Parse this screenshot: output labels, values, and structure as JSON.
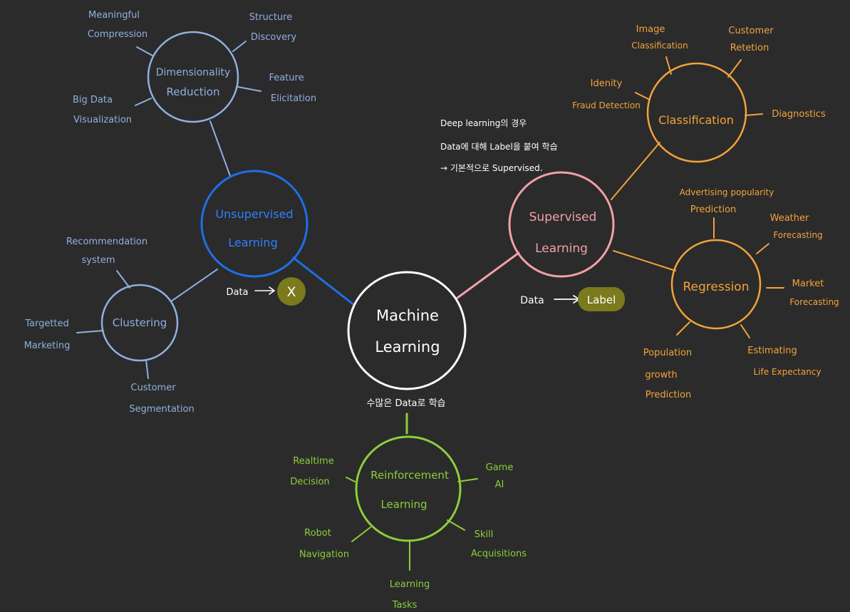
{
  "colors": {
    "background": "#2b2b2b",
    "center": "#ffffff",
    "unsupervised": "#1f6fe5",
    "unsupervised_sub": "#8fb0e0",
    "supervised": "#f2a0a8",
    "supervised_sub": "#f4a33a",
    "reinforcement": "#8bcf3a",
    "highlight": "#7b7a1c"
  },
  "center": {
    "line1": "Machine",
    "line2": "Learning",
    "note": "수많은 Data로 학습"
  },
  "unsupervised": {
    "line1": "Unsupervised",
    "line2": "Learning",
    "data_label": "Data",
    "arrow": "→",
    "result": "X",
    "dimensionality": {
      "line1": "Dimensionality",
      "line2": "Reduction",
      "leaves": [
        [
          "Meaningful",
          "Compression"
        ],
        [
          "Structure",
          "Discovery"
        ],
        [
          "Feature",
          "Elicitation"
        ],
        [
          "Big Data",
          "Visualization"
        ]
      ]
    },
    "clustering": {
      "title": "Clustering",
      "leaves": [
        [
          "Recommendation",
          "system"
        ],
        [
          "Targetted",
          "Marketing"
        ],
        [
          "Customer",
          "Segmentation"
        ]
      ]
    }
  },
  "supervised": {
    "line1": "Supervised",
    "line2": "Learning",
    "data_label": "Data",
    "arrow": "→",
    "result": "Label",
    "note": [
      "Deep learning의 경우",
      "Data에 대해 Label을 붙여 학습",
      "→ 기본적으로 Supervised."
    ],
    "classification": {
      "title": "Classification",
      "leaves": [
        [
          "Image",
          "Classification"
        ],
        [
          "Customer",
          "Retetion"
        ],
        [
          "Idenity",
          "Fraud Detection"
        ],
        [
          "Diagnostics"
        ]
      ]
    },
    "regression": {
      "title": "Regression",
      "leaves": [
        [
          "Advertising popularity",
          "Prediction"
        ],
        [
          "Weather",
          "Forecasting"
        ],
        [
          "Market",
          "Forecasting"
        ],
        [
          "Estimating",
          "Life Expectancy"
        ],
        [
          "Population",
          "growth",
          "Prediction"
        ]
      ]
    }
  },
  "reinforcement": {
    "line1": "Reinforcement",
    "line2": "Learning",
    "leaves": [
      [
        "Realtime",
        "Decision"
      ],
      [
        "Game",
        "AI"
      ],
      [
        "Robot",
        "Navigation"
      ],
      [
        "Skill",
        "Acquisitions"
      ],
      [
        "Learning",
        "Tasks"
      ]
    ]
  }
}
